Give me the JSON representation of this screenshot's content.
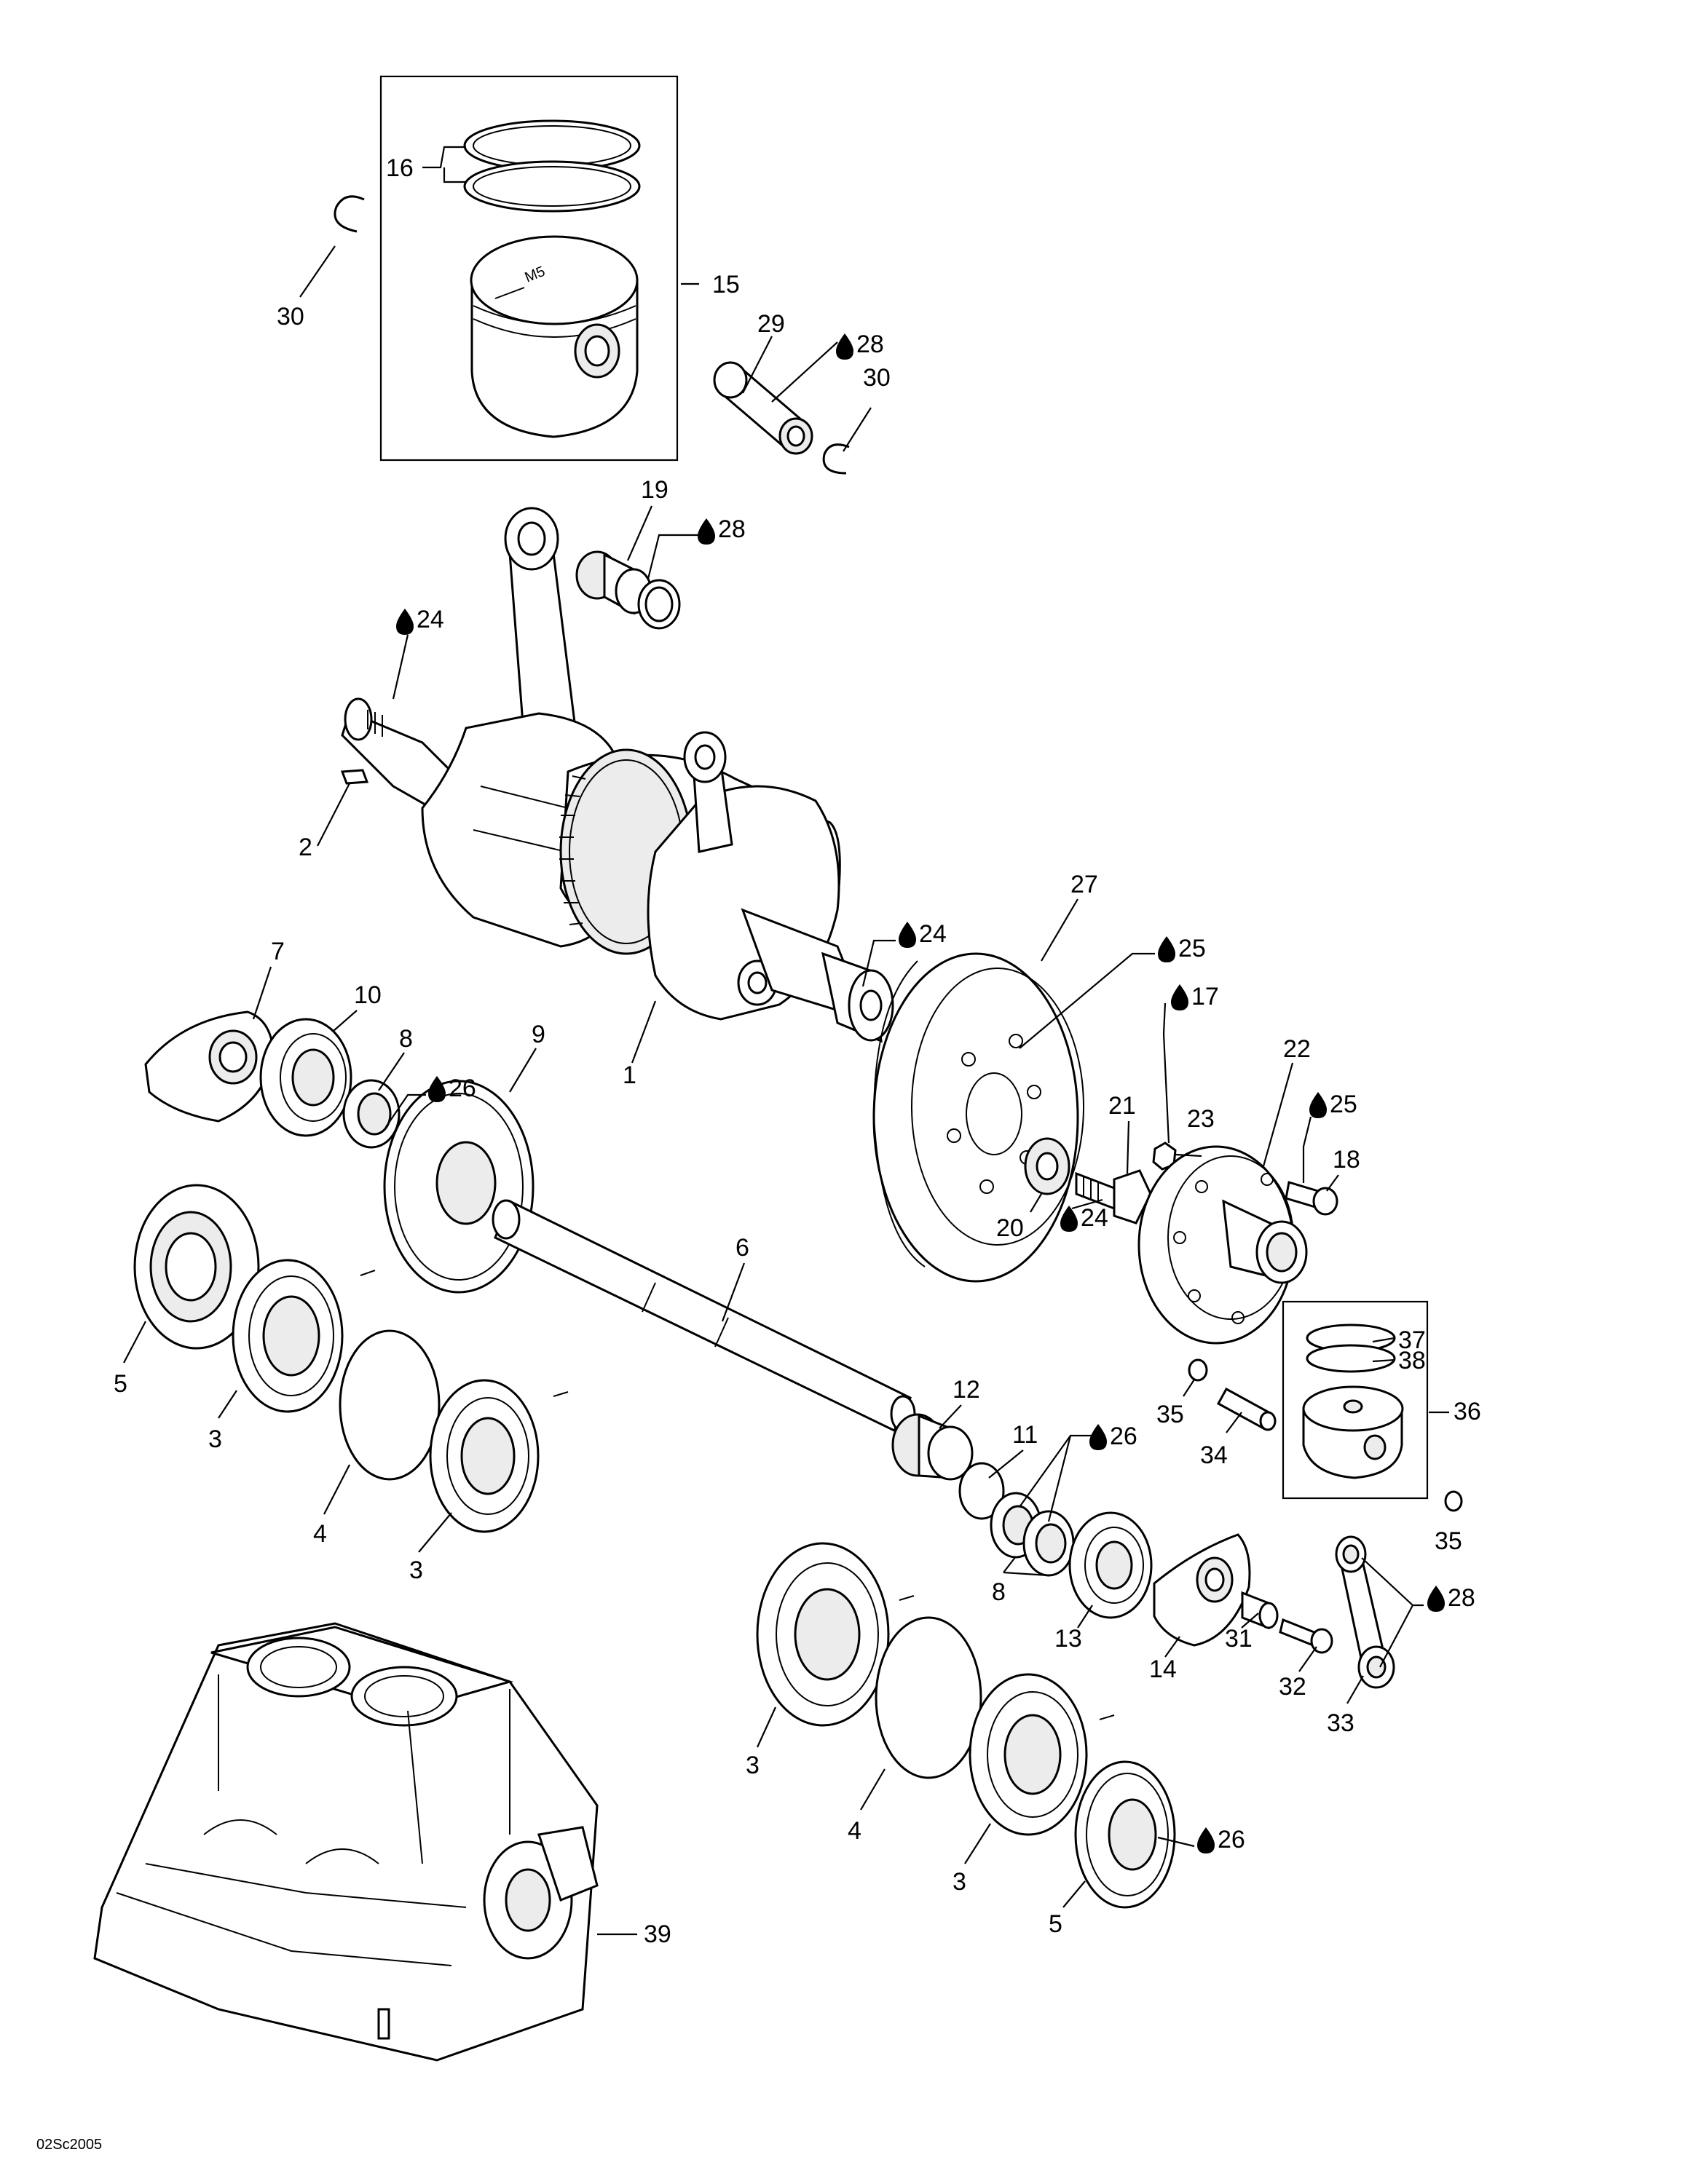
{
  "drawing_code": "02Sc2005",
  "drop_icon": "oil-drop-icon",
  "callouts": [
    {
      "id": "c16",
      "text": "16",
      "drop": false
    },
    {
      "id": "c15",
      "text": "15",
      "drop": false
    },
    {
      "id": "c30a",
      "text": "30",
      "drop": false
    },
    {
      "id": "c29",
      "text": "29",
      "drop": false
    },
    {
      "id": "c28a",
      "text": "28",
      "drop": true
    },
    {
      "id": "c30b",
      "text": "30",
      "drop": false
    },
    {
      "id": "c19",
      "text": "19",
      "drop": false
    },
    {
      "id": "c28b",
      "text": "28",
      "drop": true
    },
    {
      "id": "c24a",
      "text": "24",
      "drop": true
    },
    {
      "id": "c2",
      "text": "2",
      "drop": false
    },
    {
      "id": "c27",
      "text": "27",
      "drop": false
    },
    {
      "id": "c24b",
      "text": "24",
      "drop": true
    },
    {
      "id": "c25a",
      "text": "25",
      "drop": true
    },
    {
      "id": "c7",
      "text": "7",
      "drop": false
    },
    {
      "id": "c10",
      "text": "10",
      "drop": false
    },
    {
      "id": "c8a",
      "text": "8",
      "drop": false
    },
    {
      "id": "c26a",
      "text": "26",
      "drop": true
    },
    {
      "id": "c9",
      "text": "9",
      "drop": false
    },
    {
      "id": "c1",
      "text": "1",
      "drop": false
    },
    {
      "id": "c17",
      "text": "17",
      "drop": true
    },
    {
      "id": "c21",
      "text": "21",
      "drop": false
    },
    {
      "id": "c23",
      "text": "23",
      "drop": false
    },
    {
      "id": "c22",
      "text": "22",
      "drop": false
    },
    {
      "id": "c25b",
      "text": "25",
      "drop": true
    },
    {
      "id": "c18",
      "text": "18",
      "drop": false
    },
    {
      "id": "c20",
      "text": "20",
      "drop": false
    },
    {
      "id": "c24c",
      "text": "24",
      "drop": true
    },
    {
      "id": "c6",
      "text": "6",
      "drop": false
    },
    {
      "id": "c5a",
      "text": "5",
      "drop": false
    },
    {
      "id": "c3a",
      "text": "3",
      "drop": false
    },
    {
      "id": "c4a",
      "text": "4",
      "drop": false
    },
    {
      "id": "c3b",
      "text": "3",
      "drop": false
    },
    {
      "id": "c12",
      "text": "12",
      "drop": false
    },
    {
      "id": "c11",
      "text": "11",
      "drop": false
    },
    {
      "id": "c26b",
      "text": "26",
      "drop": true
    },
    {
      "id": "c8b",
      "text": "8",
      "drop": false
    },
    {
      "id": "c37",
      "text": "37",
      "drop": false
    },
    {
      "id": "c38",
      "text": "38",
      "drop": false
    },
    {
      "id": "c36",
      "text": "36",
      "drop": false
    },
    {
      "id": "c35a",
      "text": "35",
      "drop": false
    },
    {
      "id": "c34",
      "text": "34",
      "drop": false
    },
    {
      "id": "c35b",
      "text": "35",
      "drop": false
    },
    {
      "id": "c28c",
      "text": "28",
      "drop": true
    },
    {
      "id": "c13",
      "text": "13",
      "drop": false
    },
    {
      "id": "c14",
      "text": "14",
      "drop": false
    },
    {
      "id": "c31",
      "text": "31",
      "drop": false
    },
    {
      "id": "c32",
      "text": "32",
      "drop": false
    },
    {
      "id": "c33",
      "text": "33",
      "drop": false
    },
    {
      "id": "c3c",
      "text": "3",
      "drop": false
    },
    {
      "id": "c4b",
      "text": "4",
      "drop": false
    },
    {
      "id": "c3d",
      "text": "3",
      "drop": false
    },
    {
      "id": "c26c",
      "text": "26",
      "drop": true
    },
    {
      "id": "c5b",
      "text": "5",
      "drop": false
    },
    {
      "id": "c39",
      "text": "39",
      "drop": false
    }
  ]
}
